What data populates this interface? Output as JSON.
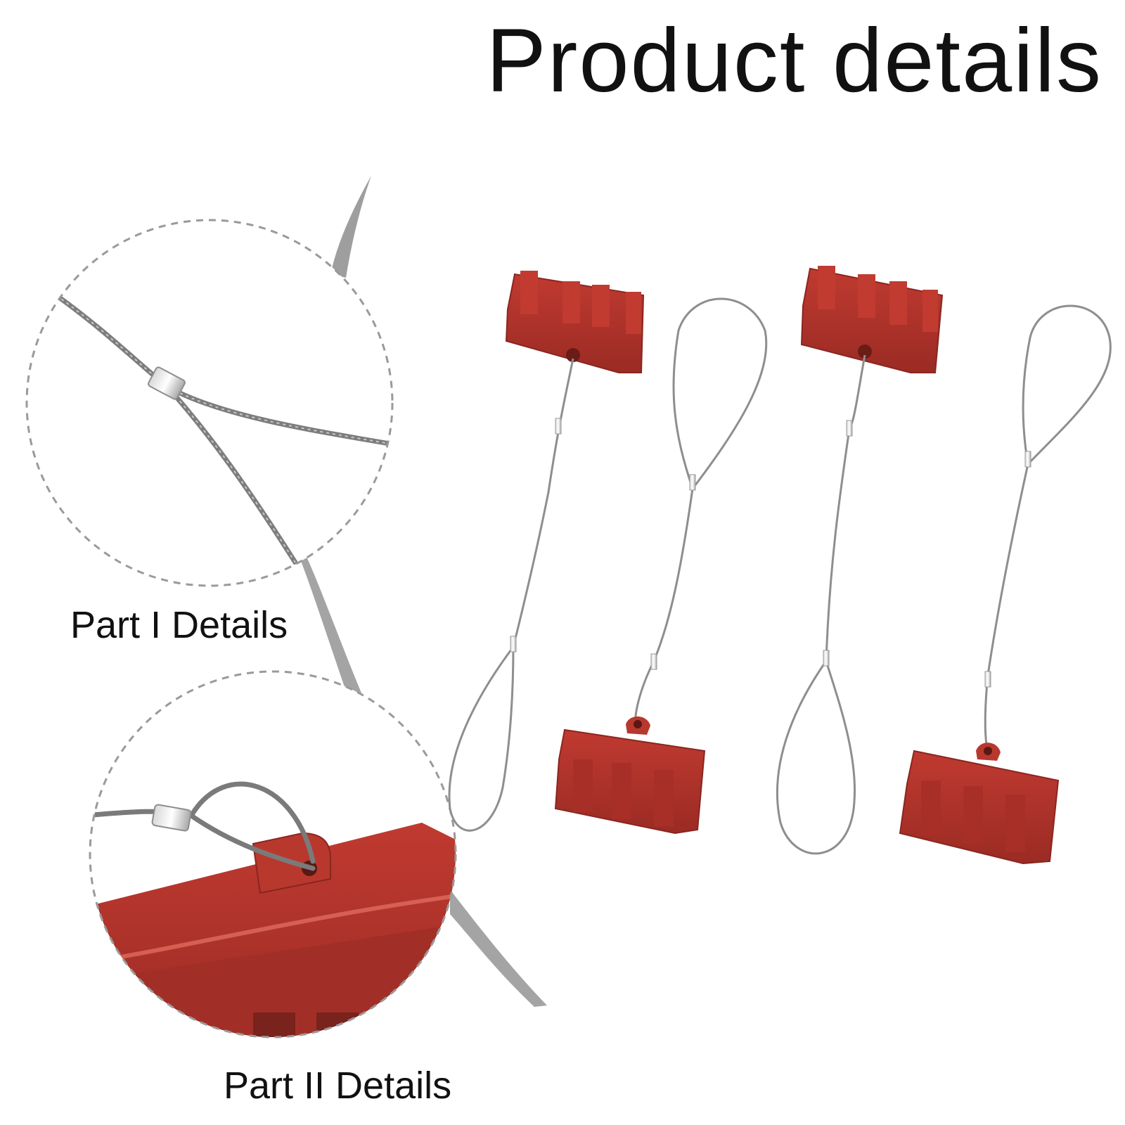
{
  "page": {
    "title": "Product details"
  },
  "details": [
    {
      "caption": "Part I Details"
    },
    {
      "caption": "Part II Details"
    }
  ],
  "colors": {
    "background": "#ffffff",
    "cap_red": "#b0342b",
    "cap_red_dark": "#8a2620",
    "wire": "#8e8e8e",
    "pointer_gray": "#9a9a9a",
    "dashed_circle": "#9a9a9a",
    "title_text": "#111111"
  },
  "product": {
    "item": "red dust cover caps with steel wire lanyards",
    "quantity_shown": 4
  }
}
